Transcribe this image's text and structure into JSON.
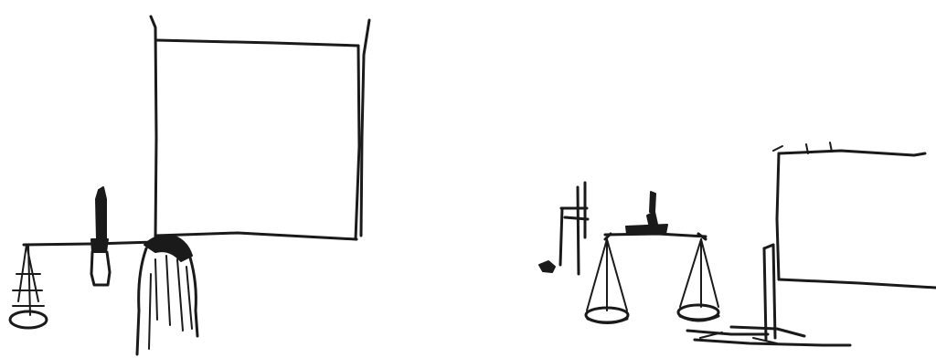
{
  "figure": {
    "panels": [
      {
        "id": "left-sketch",
        "subject": "sluice-gate-with-counterweight-beam"
      },
      {
        "id": "right-sketch",
        "subject": "balance-scale-with-plate"
      }
    ],
    "colors": {
      "ink": "#1a1a1a",
      "paper": "#ffffff"
    }
  }
}
